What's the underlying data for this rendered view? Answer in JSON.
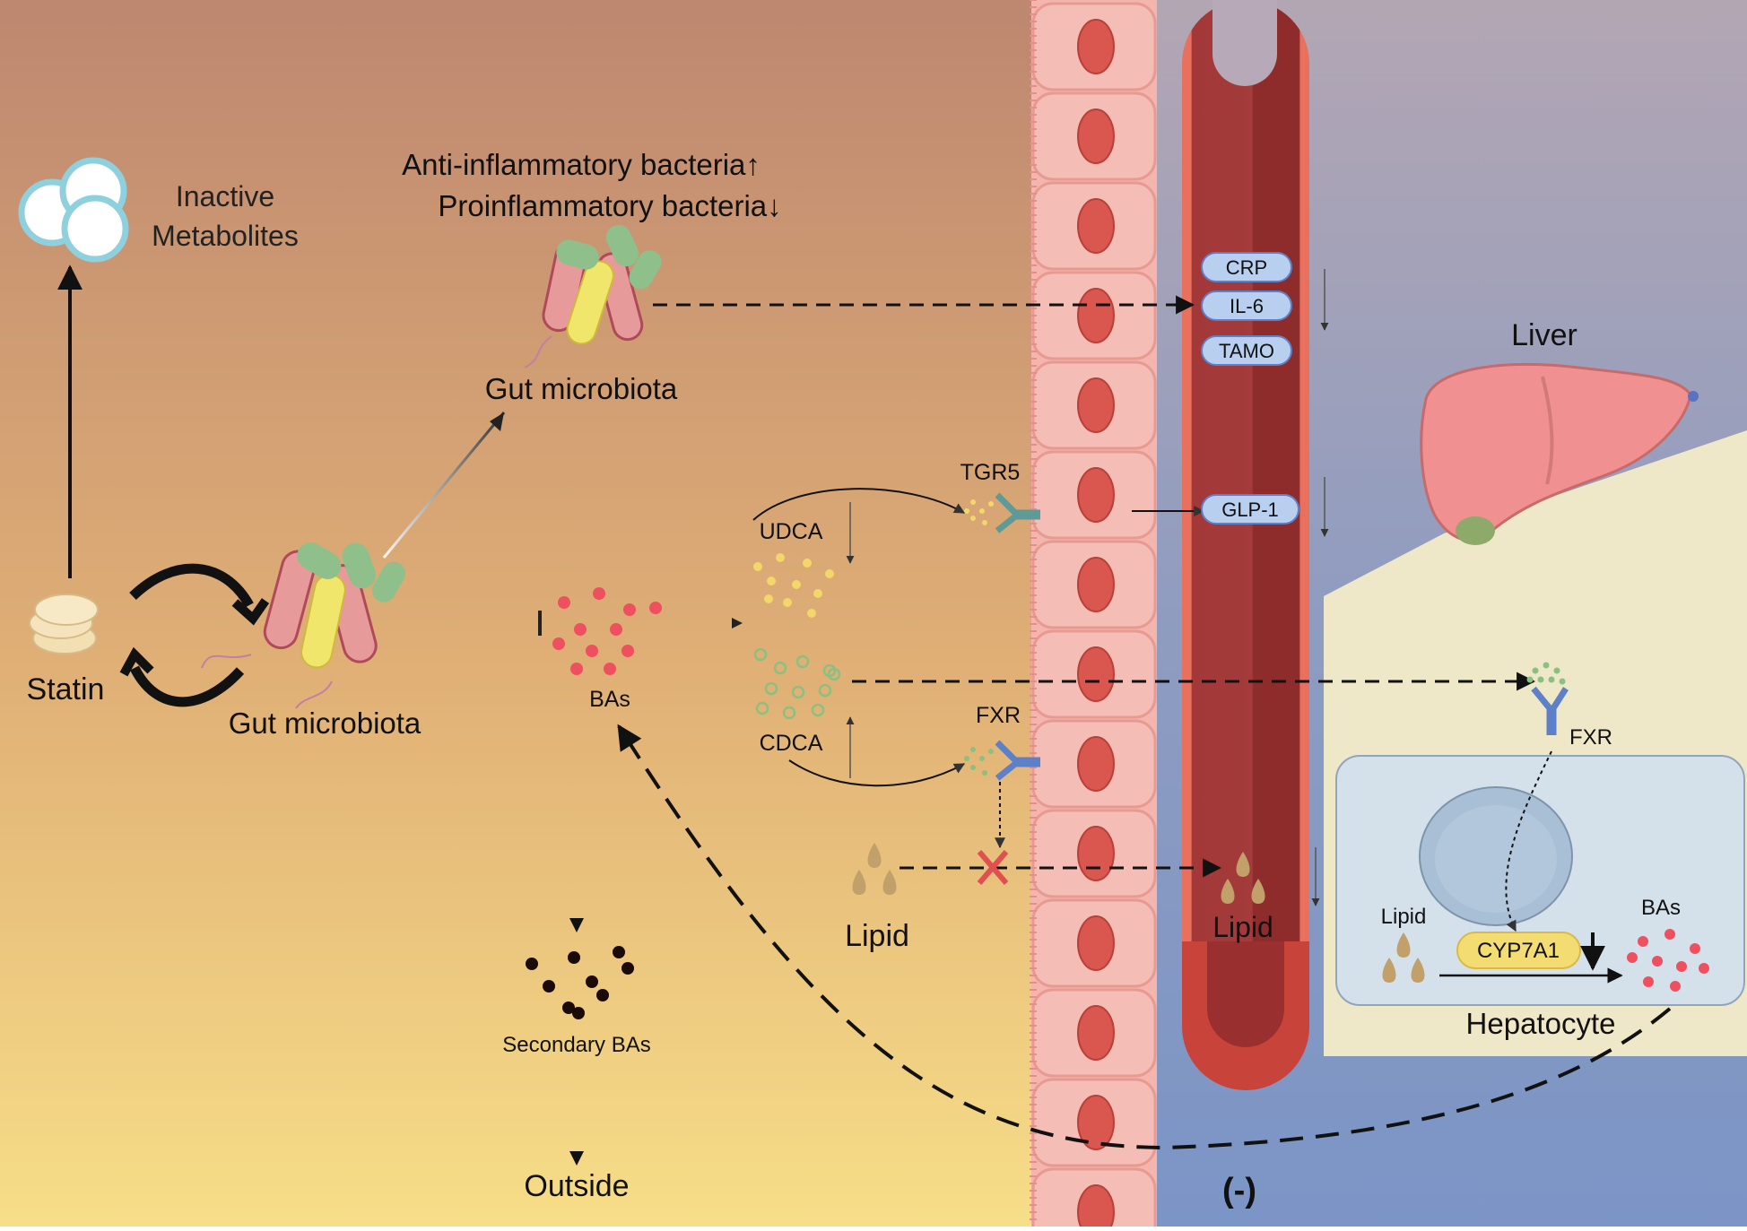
{
  "labels": {
    "inactive_line1": "Inactive",
    "inactive_line2": "Metabolites",
    "anti_bacteria": "Anti-inflammatory bacteria↑",
    "pro_bacteria": "Proinflammatory bacteria↓",
    "gut_microbiota_top": "Gut microbiota",
    "gut_microbiota_main": "Gut microbiota",
    "statin": "Statin",
    "bas": "BAs",
    "udca": "UDCA",
    "cdca": "CDCA",
    "tgr5": "TGR5",
    "fxr_intestine": "FXR",
    "lipid_intestine": "Lipid",
    "secondary_bas": "Secondary BAs",
    "outside": "Outside",
    "crp": "CRP",
    "il6": "IL-6",
    "tamo": "TAMO",
    "glp1": "GLP-1",
    "lipid_blood": "Lipid",
    "liver": "Liver",
    "fxr_liver": "FXR",
    "lipid_liver": "Lipid",
    "cyp7a1": "CYP7A1",
    "bas_liver": "BAs",
    "hepatocyte": "Hepatocyte",
    "negative_feedback": "(-)"
  },
  "colors": {
    "lumen_top": "#bf8870",
    "lumen_bottom": "#f6dc86",
    "right_bg_top": "#b0a4b4",
    "right_bg_bottom": "#7b94c4",
    "vessel": "#9e3535",
    "vessel_wall": "#e8705c",
    "cell": "#f4b8b0",
    "nucleus": "#d9574f",
    "protein_badge": "#b9d0ee",
    "bile_acid": "#ef5060",
    "udca_dot": "#f2d76a",
    "cdca_ring": "#8cc080",
    "liver": "#f08f8f",
    "hepatocyte_fill": "#d7e3eb",
    "cyp7a1": "#f3dc72",
    "receptor_green": "#5f9a96",
    "receptor_blue": "#5d80c8",
    "lipid_drop": "#c2a06a",
    "inhibit_x": "#e05050"
  },
  "icons": [
    "pill-icon",
    "bacteria-icon",
    "liver-icon",
    "lipid-droplet-icon",
    "receptor-icon",
    "inhibit-x-icon"
  ]
}
